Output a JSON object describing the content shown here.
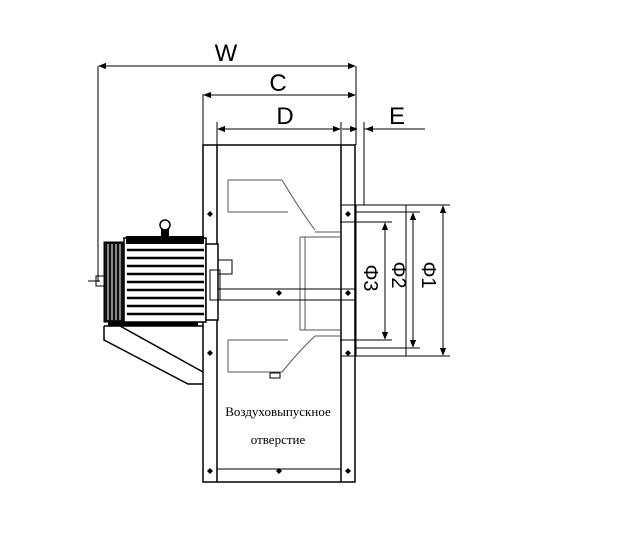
{
  "dimensions": {
    "w": "W",
    "c": "C",
    "d": "D",
    "e": "E",
    "phi1": "Φ1",
    "phi2": "Φ2",
    "phi3": "Φ3"
  },
  "outlet_label": {
    "line1": "Воздуховыпускное",
    "line2": "отверстие"
  }
}
